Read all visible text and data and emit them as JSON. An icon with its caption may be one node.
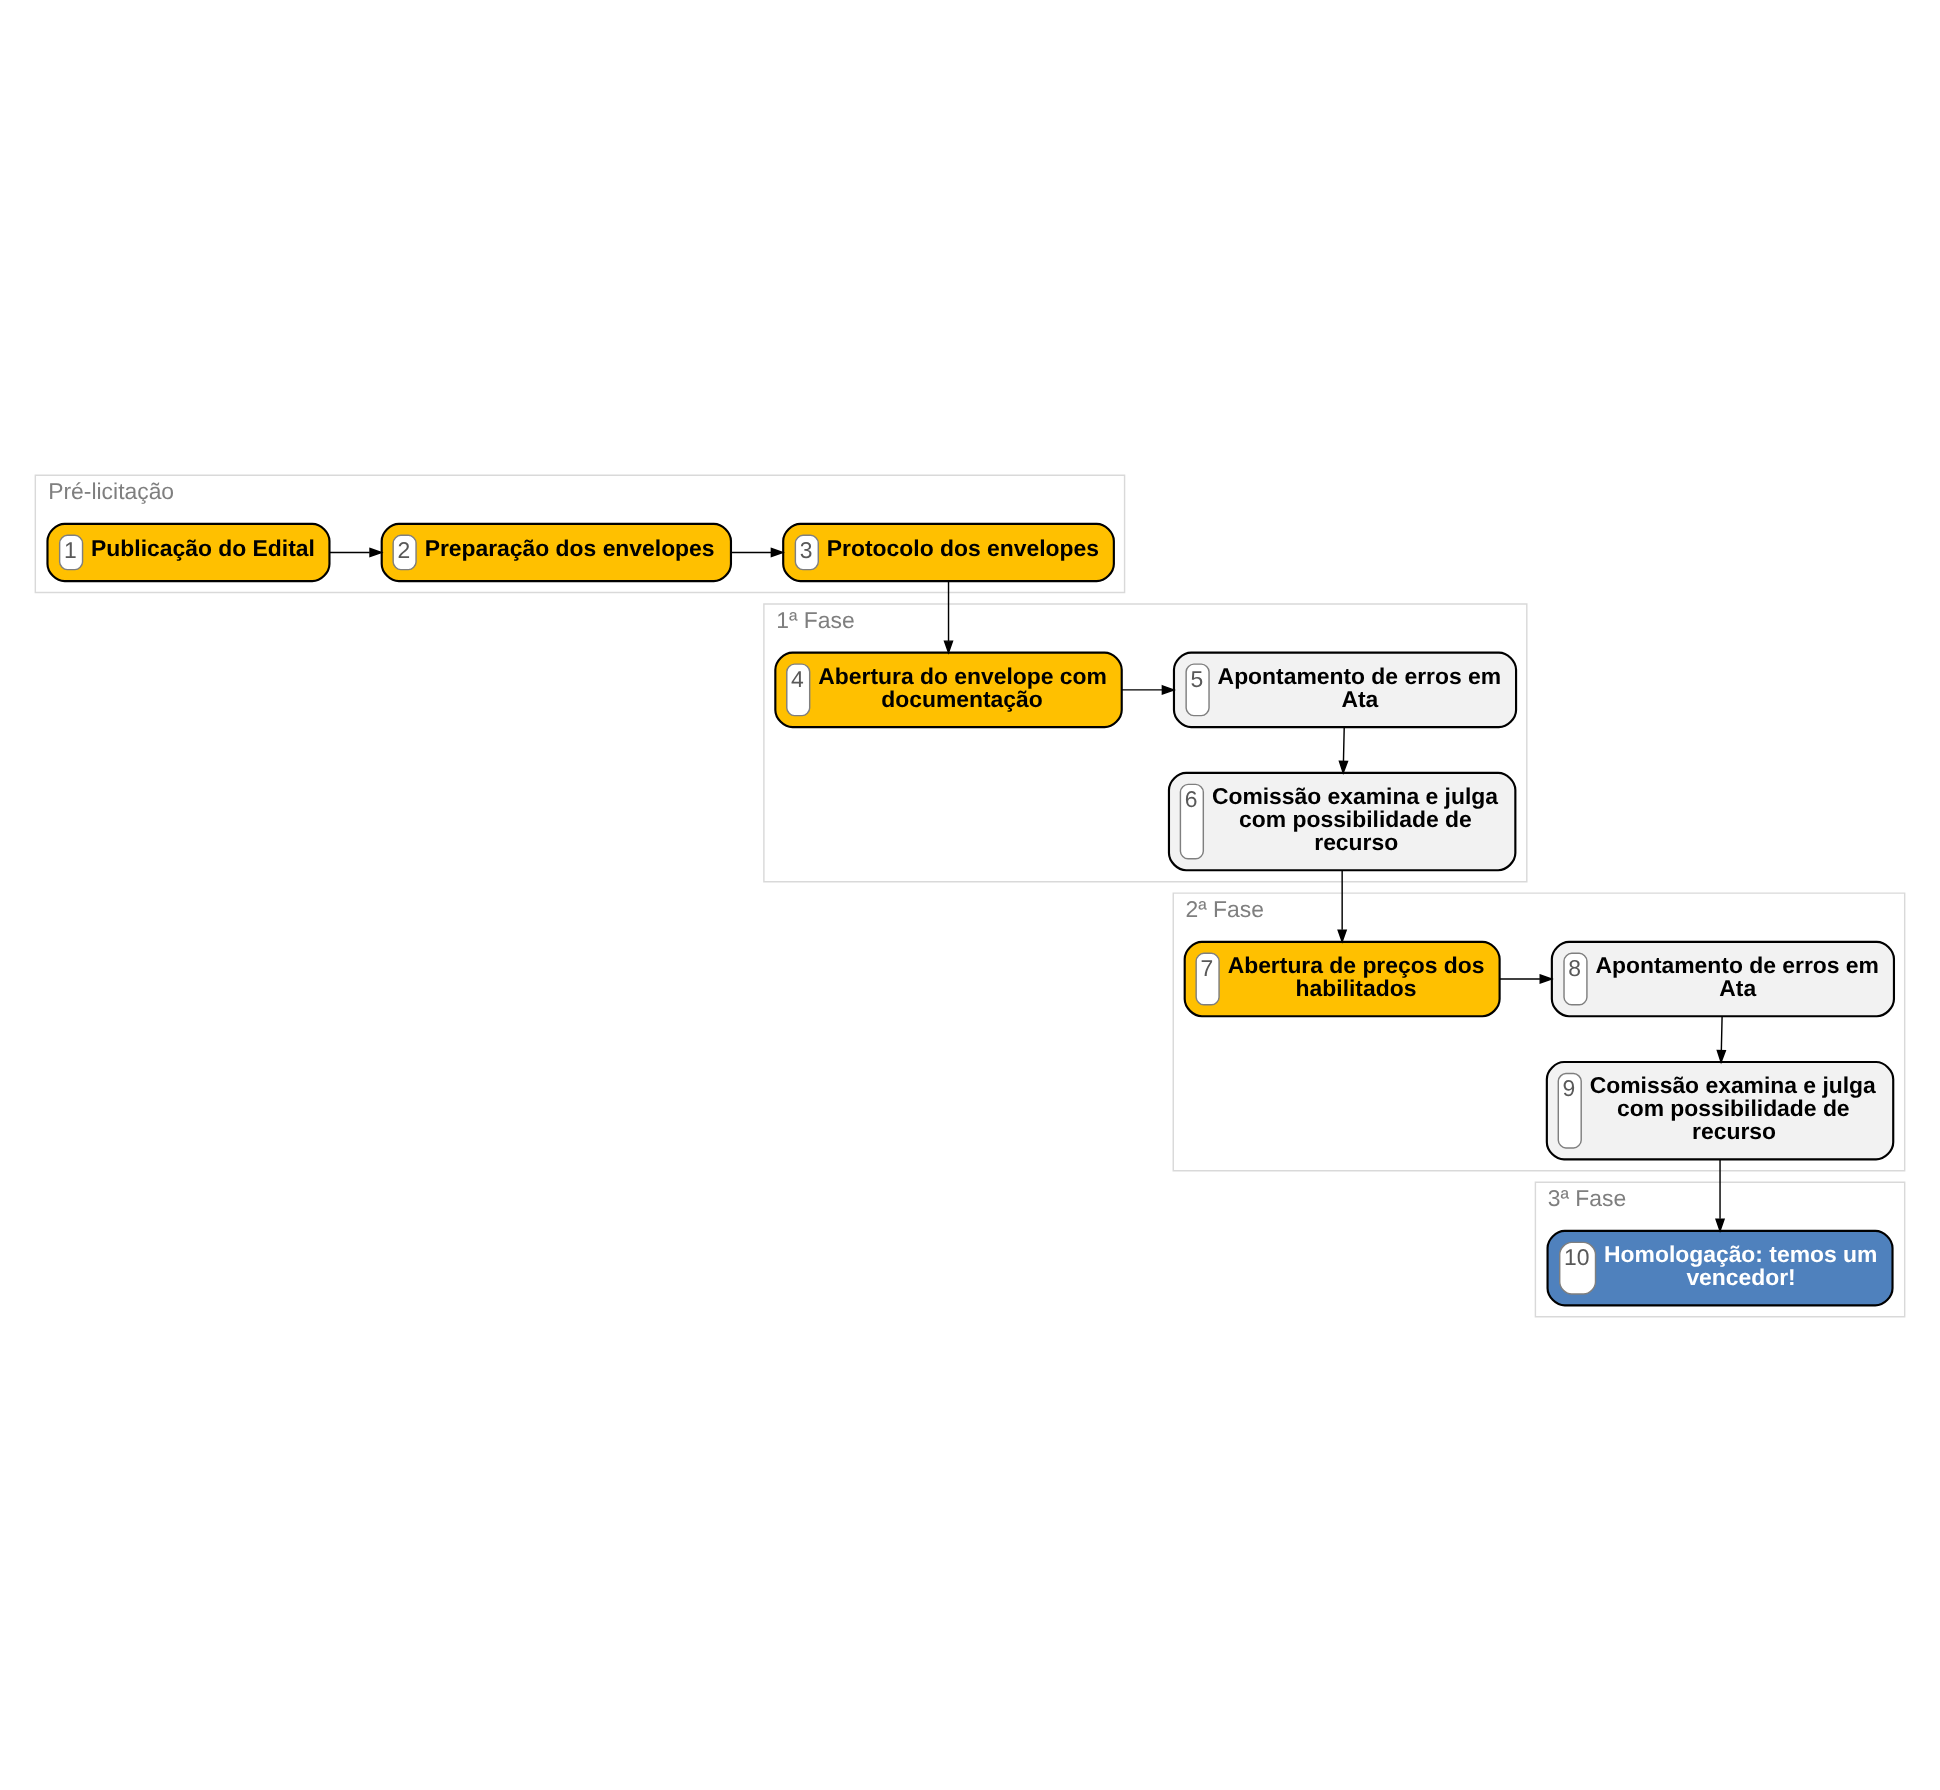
{
  "diagram": {
    "nodes": [
      {
        "text": [
          "Pré-licitação"
        ]
      },
      {
        "text": [
          "1",
          "Publicação do Edital"
        ],
        "in": 0
      },
      {
        "text": [
          "2",
          "Preparação dos envelopes"
        ],
        "in": 0
      },
      {
        "text": [
          "3",
          "Protocolo dos envelopes"
        ],
        "in": 0
      },
      {
        "text": [
          "1ª Fase"
        ]
      },
      {
        "text": [
          "4",
          "Abertura do envelope com documentação"
        ],
        "in": 4
      },
      {
        "text": [
          "5",
          "Apontamento de erros em Ata"
        ],
        "in": 4
      },
      {
        "text": [
          "6",
          "Comissão examina e julga com possibilidade de recurso"
        ],
        "in": 4
      },
      {
        "text": [
          "2ª Fase"
        ]
      },
      {
        "text": [
          "7",
          "Abertura de preços dos habilitados"
        ],
        "in": 8
      },
      {
        "text": [
          "8",
          "Apontamento de erros em Ata"
        ],
        "in": 8
      },
      {
        "text": [
          "9",
          "Comissão examina e julga com possibilidade de recurso"
        ],
        "in": 8
      },
      {
        "text": [
          "3ª Fase"
        ]
      },
      {
        "text": [
          "10",
          "Homologação: temos um vencedor!"
        ],
        "in": 12
      }
    ],
    "edges": [
      {
        "from": 1,
        "to": 2,
        "arrow": "to"
      },
      {
        "from": 2,
        "to": 3,
        "arrow": "to"
      },
      {
        "from": 3,
        "to": 5,
        "arrow": "to"
      },
      {
        "from": 5,
        "to": 6,
        "arrow": "to"
      },
      {
        "from": 6,
        "to": 7,
        "arrow": "to"
      },
      {
        "from": 7,
        "to": 9,
        "arrow": "to"
      },
      {
        "from": 9,
        "to": 10,
        "arrow": "to"
      },
      {
        "from": 10,
        "to": 11,
        "arrow": "to"
      },
      {
        "from": 11,
        "to": 13,
        "arrow": "to"
      }
    ]
  }
}
